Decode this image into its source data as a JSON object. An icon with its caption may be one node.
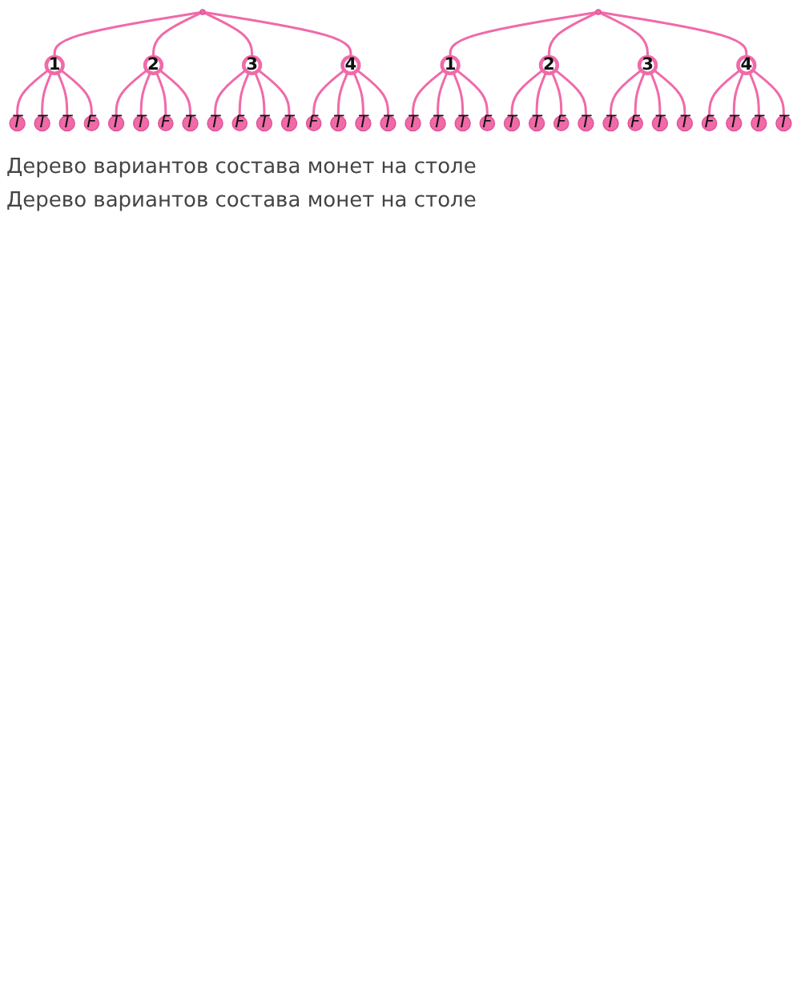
{
  "diagram": {
    "nodes": [
      {
        "text": [],
        "shape": "circle"
      },
      {
        "text": [
          "1"
        ]
      },
      {
        "text": [
          "2"
        ]
      },
      {
        "text": [
          "3"
        ]
      },
      {
        "text": [
          "4"
        ]
      },
      {
        "text": [
          "T"
        ]
      },
      {
        "text": [
          "T"
        ]
      },
      {
        "text": [
          "T"
        ]
      },
      {
        "text": [
          "F"
        ]
      },
      {
        "text": [
          "T"
        ]
      },
      {
        "text": [
          "T"
        ]
      },
      {
        "text": [
          "F"
        ]
      },
      {
        "text": [
          "T"
        ]
      },
      {
        "text": [
          "T"
        ]
      },
      {
        "text": [
          "F"
        ]
      },
      {
        "text": [
          "T"
        ]
      },
      {
        "text": [
          "T"
        ]
      },
      {
        "text": [
          "F"
        ]
      },
      {
        "text": [
          "T"
        ]
      },
      {
        "text": [
          "T"
        ]
      },
      {
        "text": [
          "T"
        ]
      },
      {
        "text": [],
        "shape": "circle"
      },
      {
        "text": [
          "1"
        ]
      },
      {
        "text": [
          "2"
        ]
      },
      {
        "text": [
          "3"
        ]
      },
      {
        "text": [
          "4"
        ]
      },
      {
        "text": [
          "T"
        ]
      },
      {
        "text": [
          "T"
        ]
      },
      {
        "text": [
          "T"
        ]
      },
      {
        "text": [
          "F"
        ]
      },
      {
        "text": [
          "T"
        ]
      },
      {
        "text": [
          "T"
        ]
      },
      {
        "text": [
          "F"
        ]
      },
      {
        "text": [
          "T"
        ]
      },
      {
        "text": [
          "T"
        ]
      },
      {
        "text": [
          "F"
        ]
      },
      {
        "text": [
          "T"
        ]
      },
      {
        "text": [
          "T"
        ]
      },
      {
        "text": [
          "F"
        ]
      },
      {
        "text": [
          "T"
        ]
      },
      {
        "text": [
          "T"
        ]
      },
      {
        "text": [
          "T"
        ]
      }
    ],
    "edges": [
      {
        "from": 0,
        "to": 1,
        "arrow": "none"
      },
      {
        "from": 0,
        "to": 2,
        "arrow": "none"
      },
      {
        "from": 0,
        "to": 3,
        "arrow": "none"
      },
      {
        "from": 0,
        "to": 4,
        "arrow": "none"
      },
      {
        "from": 1,
        "to": 5,
        "arrow": "none"
      },
      {
        "from": 1,
        "to": 6,
        "arrow": "none"
      },
      {
        "from": 1,
        "to": 7,
        "arrow": "none"
      },
      {
        "from": 1,
        "to": 8,
        "arrow": "none"
      },
      {
        "from": 2,
        "to": 9,
        "arrow": "none"
      },
      {
        "from": 2,
        "to": 10,
        "arrow": "none"
      },
      {
        "from": 2,
        "to": 11,
        "arrow": "none"
      },
      {
        "from": 2,
        "to": 12,
        "arrow": "none"
      },
      {
        "from": 3,
        "to": 13,
        "arrow": "none"
      },
      {
        "from": 3,
        "to": 14,
        "arrow": "none"
      },
      {
        "from": 3,
        "to": 15,
        "arrow": "none"
      },
      {
        "from": 3,
        "to": 16,
        "arrow": "none"
      },
      {
        "from": 4,
        "to": 17,
        "arrow": "none"
      },
      {
        "from": 4,
        "to": 18,
        "arrow": "none"
      },
      {
        "from": 4,
        "to": 19,
        "arrow": "none"
      },
      {
        "from": 4,
        "to": 20,
        "arrow": "none"
      },
      {
        "from": 21,
        "to": 22,
        "arrow": "none"
      },
      {
        "from": 21,
        "to": 23,
        "arrow": "none"
      },
      {
        "from": 21,
        "to": 24,
        "arrow": "none"
      },
      {
        "from": 21,
        "to": 25,
        "arrow": "none"
      },
      {
        "from": 22,
        "to": 26,
        "arrow": "none"
      },
      {
        "from": 22,
        "to": 27,
        "arrow": "none"
      },
      {
        "from": 22,
        "to": 28,
        "arrow": "none"
      },
      {
        "from": 22,
        "to": 29,
        "arrow": "none"
      },
      {
        "from": 23,
        "to": 30,
        "arrow": "none"
      },
      {
        "from": 23,
        "to": 31,
        "arrow": "none"
      },
      {
        "from": 23,
        "to": 32,
        "arrow": "none"
      },
      {
        "from": 23,
        "to": 33,
        "arrow": "none"
      },
      {
        "from": 24,
        "to": 34,
        "arrow": "none"
      },
      {
        "from": 24,
        "to": 35,
        "arrow": "none"
      },
      {
        "from": 24,
        "to": 36,
        "arrow": "none"
      },
      {
        "from": 24,
        "to": 37,
        "arrow": "none"
      },
      {
        "from": 25,
        "to": 38,
        "arrow": "none"
      },
      {
        "from": 25,
        "to": 39,
        "arrow": "none"
      },
      {
        "from": 25,
        "to": 40,
        "arrow": "none"
      },
      {
        "from": 25,
        "to": 41,
        "arrow": "none"
      }
    ],
    "labels": [
      "Дерево вариантов состава монет на столе",
      "Дерево вариантов состава монет на столе"
    ]
  }
}
